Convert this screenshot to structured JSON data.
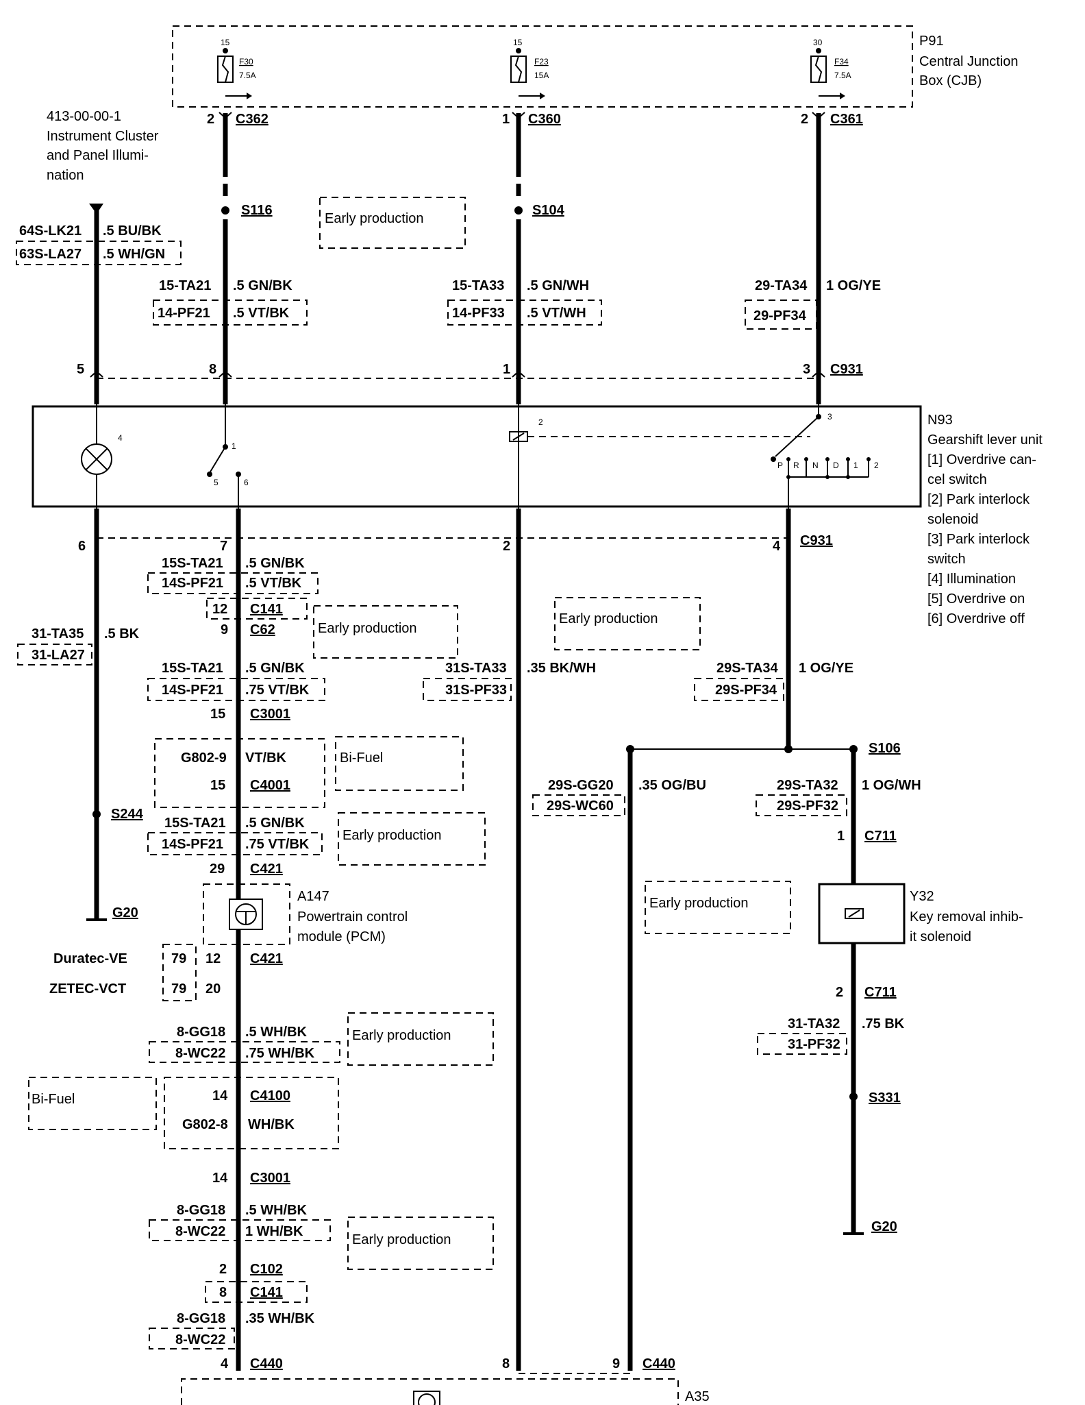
{
  "cjb": {
    "code": "P91",
    "name_line1": "Central Junction",
    "name_line2": "Box (CJB)"
  },
  "fuses": [
    {
      "id": "F30",
      "rating": "7.5A",
      "supply": "15"
    },
    {
      "id": "F23",
      "rating": "15A",
      "supply": "15"
    },
    {
      "id": "F34",
      "rating": "7.5A",
      "supply": "30"
    }
  ],
  "top_connectors": [
    {
      "pin": "2",
      "name": "C362"
    },
    {
      "pin": "1",
      "name": "C360"
    },
    {
      "pin": "2",
      "name": "C361"
    }
  ],
  "ref": {
    "code": "413-00-00-1",
    "line1": "Instrument Cluster",
    "line2": "and Panel Illumi-",
    "line3": "nation"
  },
  "splices": {
    "s116": "S116",
    "s104": "S104",
    "s244": "S244",
    "s106": "S106",
    "s331": "S331"
  },
  "early": "Early production",
  "bifuel": "Bi-Fuel",
  "wires_top": {
    "w1": {
      "circuit": "64S-LK21",
      "spec": ".5 BU/BK",
      "alt_circuit": "63S-LA27",
      "alt_spec": ".5 WH/GN"
    },
    "w2": {
      "circuit": "15-TA21",
      "spec": ".5 GN/BK",
      "alt_circuit": "14-PF21",
      "alt_spec": ".5 VT/BK"
    },
    "w3": {
      "circuit": "15-TA33",
      "spec": ".5 GN/WH",
      "alt_circuit": "14-PF33",
      "alt_spec": ".5 VT/WH"
    },
    "w4": {
      "circuit": "29-TA34",
      "spec": "1 OG/YE",
      "alt_circuit": "29-PF34"
    }
  },
  "c931": {
    "name": "C931",
    "p5": "5",
    "p8": "8",
    "p1": "1",
    "p3": "3",
    "p6": "6",
    "p7": "7",
    "p2": "2",
    "p4": "4"
  },
  "n93": {
    "code": "N93",
    "title": "Gearshift lever unit",
    "legend": [
      "[1] Overdrive can-",
      "cel switch",
      "[2] Park interlock",
      "solenoid",
      "[3] Park interlock",
      "switch",
      "[4] Illumination",
      "[5] Overdrive on",
      "[6] Overdrive off"
    ],
    "pins": {
      "n1": "1",
      "n2": "2",
      "n3": "3",
      "n4": "4",
      "n5": "5",
      "n6": "6"
    },
    "positions": [
      "P",
      "R",
      "N",
      "D",
      "1",
      "2"
    ]
  },
  "chain": {
    "a": {
      "circuit": "15S-TA21",
      "spec": ".5 GN/BK",
      "alt_circuit": "14S-PF21",
      "alt_spec": ".5 VT/BK"
    },
    "c141a": {
      "pin": "12",
      "name": "C141"
    },
    "c62": {
      "pin": "9",
      "name": "C62"
    },
    "b": {
      "circuit": "15S-TA21",
      "spec": ".5 GN/BK",
      "alt_circuit": "14S-PF21",
      "alt_spec": ".75 VT/BK"
    },
    "c3001a": {
      "pin": "15",
      "name": "C3001"
    },
    "g802_9": {
      "circuit": "G802-9",
      "spec": "VT/BK"
    },
    "c4001": {
      "pin": "15",
      "name": "C4001"
    },
    "c": {
      "circuit": "15S-TA21",
      "spec": ".5 GN/BK",
      "alt_circuit": "14S-PF21",
      "alt_spec": ".75 VT/BK"
    },
    "c421a": {
      "pin": "29",
      "name": "C421"
    },
    "pcm": {
      "code": "A147",
      "line1": "Powertrain control",
      "line2": "module (PCM)"
    },
    "c421b": {
      "pin": "12",
      "name": "C421"
    },
    "duratec": {
      "label": "Duratec-VE",
      "pin": "79"
    },
    "zetec": {
      "label": "ZETEC-VCT",
      "pin": "79",
      "alt_pin": "20"
    },
    "d": {
      "circuit": "8-GG18",
      "spec": ".5 WH/BK",
      "alt_circuit": "8-WC22",
      "alt_spec": ".75 WH/BK"
    },
    "c4100": {
      "pin": "14",
      "name": "C4100"
    },
    "g802_8": {
      "circuit": "G802-8",
      "spec": "WH/BK"
    },
    "c3001b": {
      "pin": "14",
      "name": "C3001"
    },
    "e": {
      "circuit": "8-GG18",
      "spec": ".5 WH/BK",
      "alt_circuit": "8-WC22",
      "alt_spec": "1 WH/BK"
    },
    "c102": {
      "pin": "2",
      "name": "C102"
    },
    "c141b": {
      "pin": "8",
      "name": "C141"
    },
    "f": {
      "circuit": "8-GG18",
      "spec": ".35 WH/BK",
      "alt_circuit": "8-WC22"
    },
    "c440a": {
      "pin": "4",
      "name": "C440"
    }
  },
  "left": {
    "circuit": "31-TA35",
    "spec": ".5 BK",
    "alt_circuit": "31-LA27",
    "ground": "G20"
  },
  "mid": {
    "circuit": "31S-TA33",
    "spec": ".35 BK/WH",
    "alt_circuit": "31S-PF33",
    "c440_pin": "8"
  },
  "right": {
    "circuit": "29S-TA34",
    "spec": "1 OG/YE",
    "alt_circuit": "29S-PF34",
    "gg20": {
      "circuit": "29S-GG20",
      "spec": ".35 OG/BU",
      "alt_circuit": "29S-WC60"
    },
    "c440": {
      "pin": "9",
      "name": "C440"
    },
    "ta32": {
      "circuit": "29S-TA32",
      "spec": "1 OG/WH",
      "alt_circuit": "29S-PF32"
    },
    "c711a": {
      "pin": "1",
      "name": "C711"
    },
    "y32": {
      "code": "Y32",
      "line1": "Key removal inhib-",
      "line2": "it solenoid"
    },
    "c711b": {
      "pin": "2",
      "name": "C711"
    },
    "gnd": {
      "circuit": "31-TA32",
      "spec": ".75 BK",
      "alt_circuit": "31-PF32"
    },
    "ground": "G20"
  },
  "a35": {
    "code": "A35"
  }
}
